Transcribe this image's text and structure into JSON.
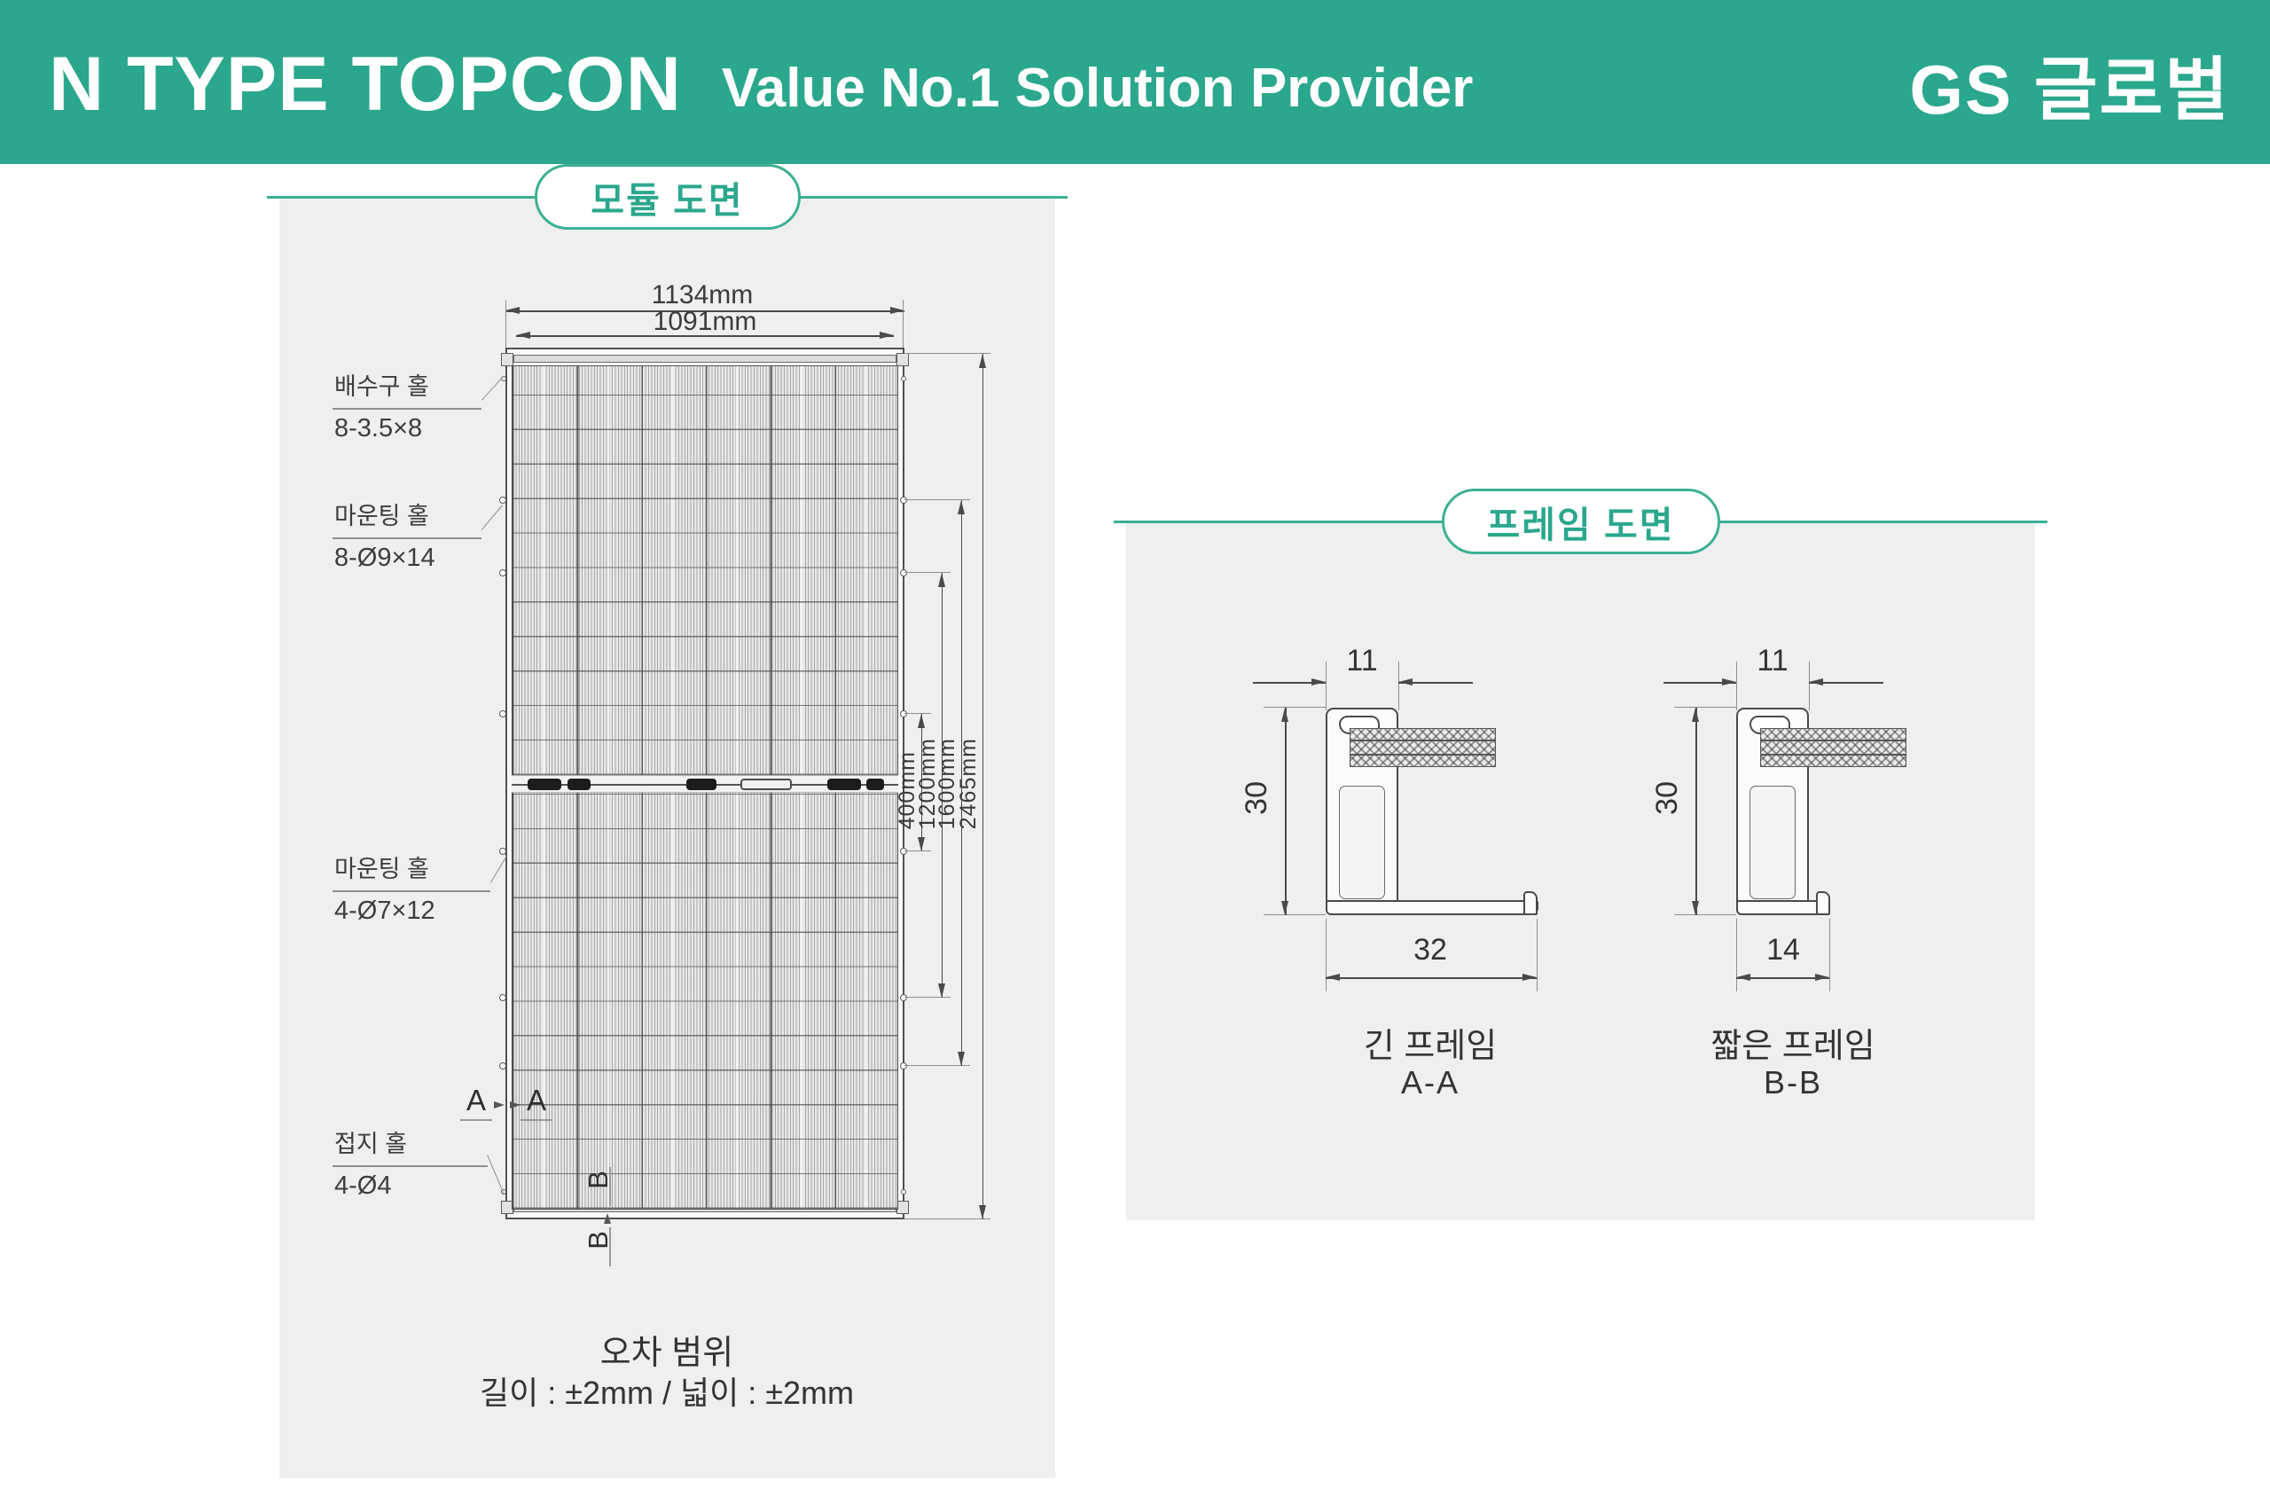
{
  "header": {
    "title": "N TYPE TOPCON",
    "subtitle": "Value No.1 Solution Provider",
    "logo": "GS 글로벌"
  },
  "module_section": {
    "badge": "모듈 도면",
    "dimensions": {
      "outer_width": "1134mm",
      "inner_width": "1091mm",
      "vertical": [
        "400mm",
        "1200mm",
        "1600mm",
        "2465mm"
      ]
    },
    "callouts": [
      {
        "title": "배수구 홀",
        "spec": "8-3.5×8"
      },
      {
        "title": "마운팅 홀",
        "spec": "8-Ø9×14"
      },
      {
        "title": "마운팅 홀",
        "spec": "4-Ø7×12"
      },
      {
        "title": "접지 홀",
        "spec": "4-Ø4"
      }
    ],
    "section_marker_a": "A",
    "section_marker_b": "B",
    "tolerance_title": "오차 범위",
    "tolerance_line": "길이 : ±2mm / 넓이 : ±2mm"
  },
  "frame_section": {
    "badge": "프레임 도면",
    "frames": [
      {
        "top_width": "11",
        "height": "30",
        "bottom_width": "32",
        "name": "긴 프레임",
        "section": "A-A"
      },
      {
        "top_width": "11",
        "height": "30",
        "bottom_width": "14",
        "name": "짧은 프레임",
        "section": "B-B"
      }
    ]
  },
  "colors": {
    "header_teal": "#2BA78D",
    "badge_teal": "#3CB093",
    "panel_gray": "#EFEFEF",
    "line_dark": "#4A4A4A"
  }
}
